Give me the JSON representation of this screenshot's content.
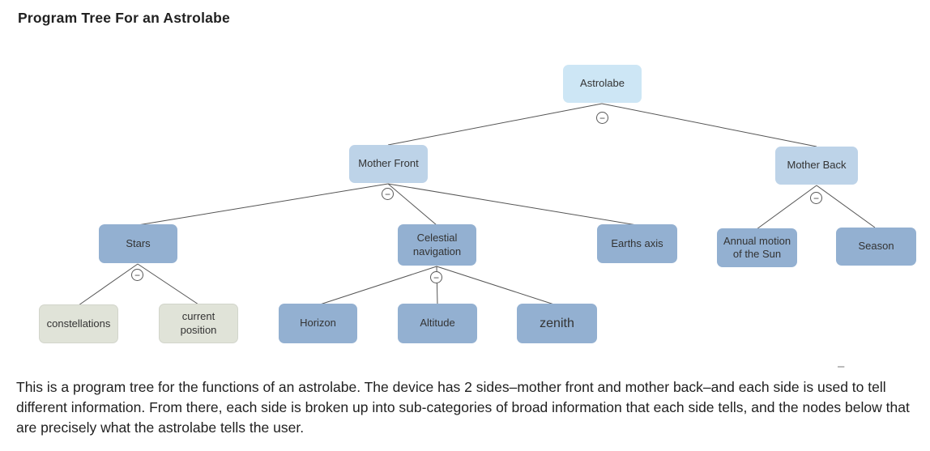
{
  "title": "Program Tree For an Astrolabe",
  "caption": "This is a program tree for the functions of an astrolabe. The device has 2 sides–mother front and mother back–and each side is used to tell different information. From there, each side is broken up into sub-categories of broad information that each side tells, and the nodes below that are precisely what the astrolabe tells the user.",
  "stray_dash": "–",
  "collapse_glyph": "−",
  "colors": {
    "root_fill": "#cde6f5",
    "branch_fill": "#bdd3e8",
    "category_fill": "#93b0d1",
    "alt_leaf_fill": "#e0e3d8",
    "edge_stroke": "#555555",
    "node_text": "#333333"
  },
  "nodes": [
    {
      "id": "astrolabe",
      "label": "Astrolabe",
      "parent": null,
      "style": "root",
      "collapsible": true
    },
    {
      "id": "mother_front",
      "label": "Mother Front",
      "parent": "astrolabe",
      "style": "branch",
      "collapsible": true
    },
    {
      "id": "mother_back",
      "label": "Mother Back",
      "parent": "astrolabe",
      "style": "branch",
      "collapsible": true
    },
    {
      "id": "stars",
      "label": "Stars",
      "parent": "mother_front",
      "style": "category",
      "collapsible": true
    },
    {
      "id": "celestial_navigation",
      "label": "Celestial navigation",
      "parent": "mother_front",
      "style": "category",
      "collapsible": true
    },
    {
      "id": "earths_axis",
      "label": "Earths axis",
      "parent": "mother_front",
      "style": "category",
      "collapsible": false
    },
    {
      "id": "annual_motion_of_the_sun",
      "label": "Annual motion of the Sun",
      "parent": "mother_back",
      "style": "category",
      "collapsible": false
    },
    {
      "id": "season",
      "label": "Season",
      "parent": "mother_back",
      "style": "category",
      "collapsible": false
    },
    {
      "id": "constellations",
      "label": "constellations",
      "parent": "stars",
      "style": "leaf_alt",
      "collapsible": false
    },
    {
      "id": "current_position",
      "label": "current position",
      "parent": "stars",
      "style": "leaf_alt",
      "collapsible": false
    },
    {
      "id": "horizon",
      "label": "Horizon",
      "parent": "celestial_navigation",
      "style": "category",
      "collapsible": false
    },
    {
      "id": "altitude",
      "label": "Altitude",
      "parent": "celestial_navigation",
      "style": "category",
      "collapsible": false
    },
    {
      "id": "zenith",
      "label": "zenith",
      "parent": "celestial_navigation",
      "style": "category",
      "collapsible": false
    }
  ],
  "hierarchy": {
    "Astrolabe": {
      "Mother Front": {
        "Stars": [
          "constellations",
          "current position"
        ],
        "Celestial navigation": [
          "Horizon",
          "Altitude",
          "zenith"
        ],
        "Earths axis": []
      },
      "Mother Back": {
        "Annual motion of the Sun": [],
        "Season": []
      }
    }
  }
}
